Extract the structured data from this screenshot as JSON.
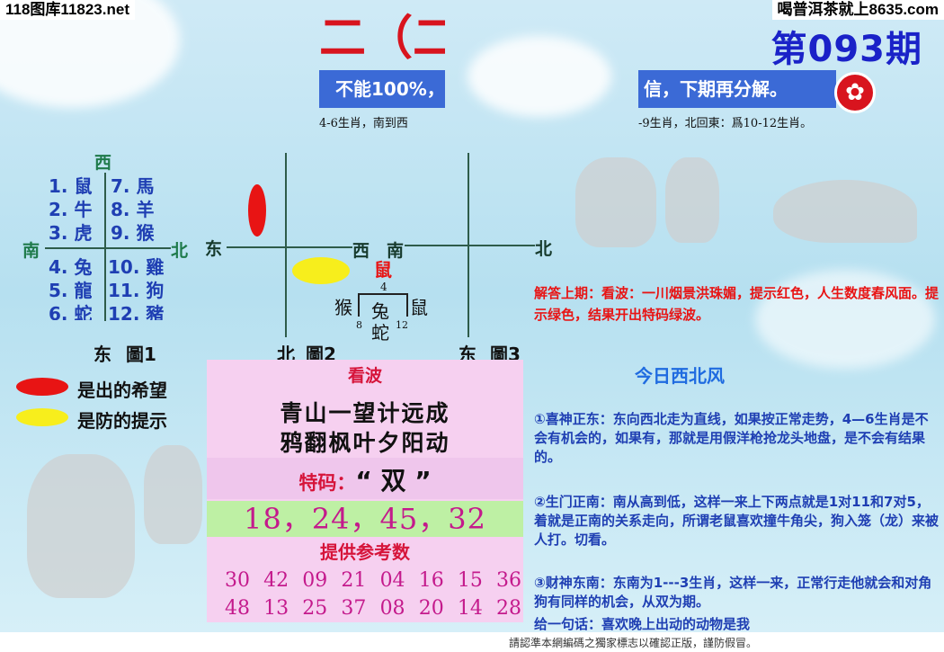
{
  "header": {
    "site_left": "118图库11823.net",
    "site_right": "喝普洱茶就上8635.com",
    "issue": "第093期",
    "title_fragment": "二（二",
    "banner_left": "不能100%，",
    "banner_right": "信，下期再分解。",
    "sub_left": "4-6生肖，南到西",
    "sub_right": "-9生肖，北回東：爲10-12生肖。"
  },
  "figure1": {
    "north": "西",
    "south": "东",
    "west": "南",
    "east": "北",
    "left_top": [
      "1. 鼠",
      "2. 牛",
      "3. 虎"
    ],
    "right_top": [
      "7. 馬",
      "8. 羊",
      "9. 猴"
    ],
    "left_bottom": [
      "4. 兔",
      "5. 龍",
      "6. 蛇"
    ],
    "right_bottom": [
      "10. 雞",
      "11. 狗",
      "12. 豬"
    ],
    "caption": "圖1"
  },
  "figure2": {
    "west": "东",
    "east": "西",
    "south": "北",
    "caption": "圖2",
    "hidden_mark": "鼠",
    "center": "兔",
    "left": "猴",
    "right": "鼠",
    "bottom": "蛇",
    "n_top": "4",
    "n_left": "8",
    "n_right": "12"
  },
  "figure3": {
    "west": "南",
    "east": "北",
    "south": "东",
    "caption": "圖3"
  },
  "legend": {
    "red_label": "是出的希望",
    "yellow_label": "是防的提示"
  },
  "center_panel": {
    "kanbo": "看波",
    "poem_line1": "青山一望计远成",
    "poem_line2": "鸦翻枫叶夕阳动",
    "tema_prefix": "特码：",
    "tema_value": "“ 双 ”",
    "numbers": "18，24，45，32",
    "ref_title": "提供参考数",
    "ref_row1": [
      "30",
      "42",
      "09",
      "21",
      "04",
      "16",
      "15",
      "36"
    ],
    "ref_row2": [
      "48",
      "13",
      "25",
      "37",
      "08",
      "20",
      "14",
      "28"
    ]
  },
  "right_panel": {
    "answer": "解答上期：看波：一川烟景洪珠媚，提示红色，人生数度春风面。提示绿色，结果开出特码绿波。",
    "wind_title": "今日西北风",
    "para1": "①喜神正东：东向西北走为直线，如果按正常走势，4—6生肖是不会有机会的，如果有，那就是用假洋枪抢龙头地盘，是不会有结果的。",
    "para2": "②生门正南：南从高到低，这样一来上下两点就是1对11和7对5，着就是正南的关系走向，所谓老鼠喜欢撞牛角尖，狗入笼（龙）来被人打。切看。",
    "para3": "③财神东南：东南为1---3生肖，这样一来，正常行走他就会和对角狗有同样的机会，从双为期。",
    "para4": "给一句话：喜欢晚上出动的动物是我"
  },
  "footer": {
    "note": "請認準本網編碼之獨家標志以確認正版，謹防假冒。"
  },
  "colors": {
    "issue_blue": "#1a22c8",
    "banner_blue": "#3b6ad6",
    "red": "#e81414",
    "yellow": "#f7ee1c",
    "panel_pink": "#f6d0f0",
    "numbers_green": "#bef0a4",
    "text_blue": "#1f3fb3"
  }
}
